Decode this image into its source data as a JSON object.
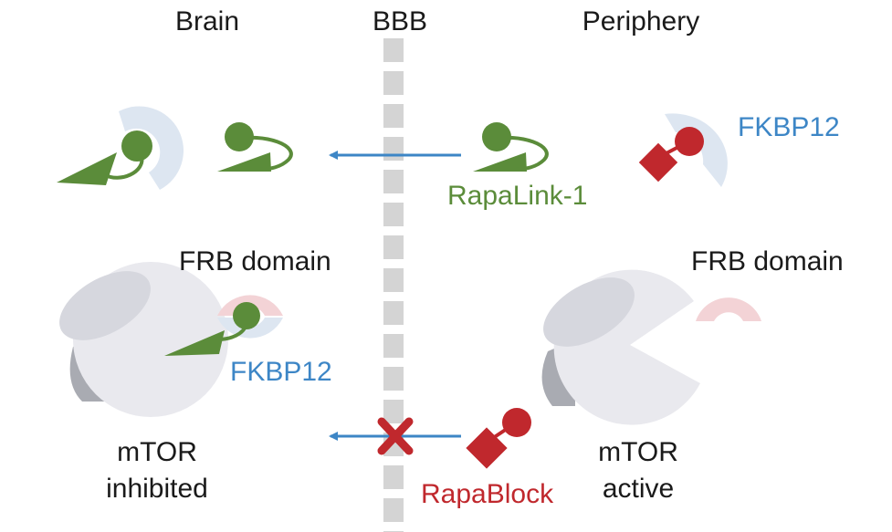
{
  "headers": {
    "brain": "Brain",
    "bbb": "BBB",
    "periphery": "Periphery"
  },
  "labels": {
    "fkbp12_top": "FKBP12",
    "rapalink": "RapaLink-1",
    "frb_left": "FRB domain",
    "frb_right": "FRB domain",
    "fkbp12_bottom": "FKBP12",
    "rapablock": "RapaBlock",
    "mtor_left_1": "mTOR",
    "mtor_left_2": "inhibited",
    "mtor_right_1": "mTOR",
    "mtor_right_2": "active"
  },
  "colors": {
    "green": "#5b8c3a",
    "red": "#c0282d",
    "blue": "#3d86c6",
    "fkbp_fill": "#dde6f1",
    "frb_fill": "#f3d3d6",
    "mtor_body": "#e9e9ee",
    "mtor_cap": "#d6d7de",
    "mtor_tail": "#a9abb2",
    "barrier": "#d4d4d4"
  }
}
